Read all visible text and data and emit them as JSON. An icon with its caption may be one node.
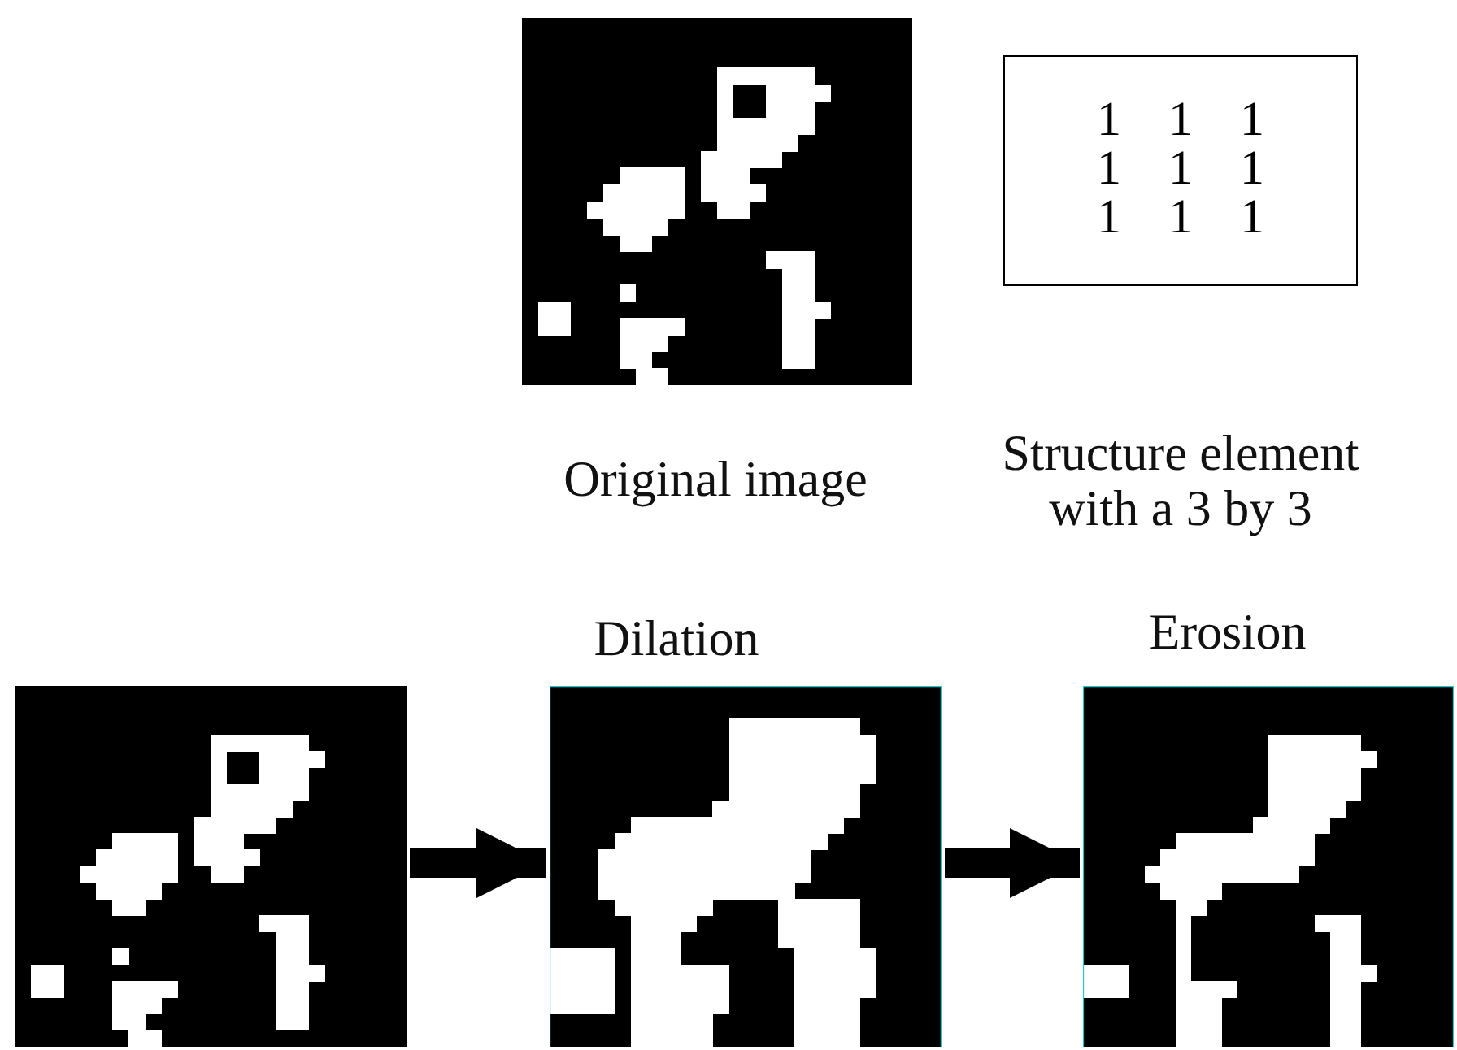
{
  "diagram": {
    "nodes": [
      {
        "text": [],
        "shape": "picture",
        "beside": [
          "Original image"
        ]
      },
      {
        "text": [],
        "shape": "box",
        "beside": [
          "Structure element with a 3 by 3"
        ]
      },
      {
        "text": [],
        "shape": "picture"
      },
      {
        "text": [
          "Dilation"
        ]
      },
      {
        "text": [
          "Erosion"
        ]
      }
    ],
    "edges": [
      {
        "from": 2,
        "to": 3,
        "arrow": "to"
      },
      {
        "from": 3,
        "to": 4,
        "arrow": "to"
      }
    ],
    "labels": [
      "1",
      "1",
      "1",
      "1",
      "1",
      "1",
      "1",
      "1",
      "1"
    ]
  }
}
